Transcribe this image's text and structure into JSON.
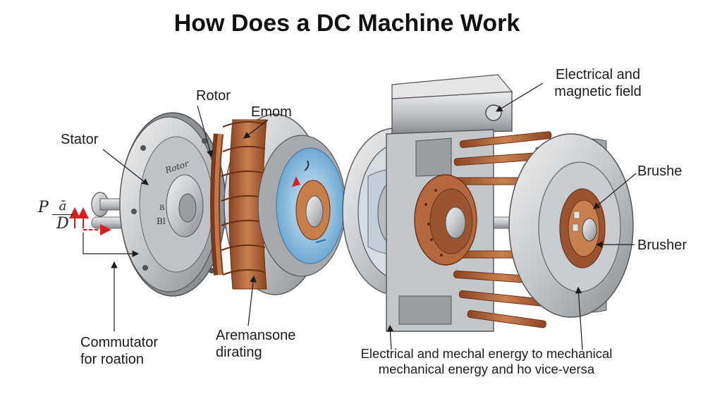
{
  "title": "How Does a DC Machine Work",
  "labels": {
    "stator": "Stator",
    "rotor": "Rotor",
    "emom": "Emom",
    "electrical_field_line1": "Electrical and",
    "electrical_field_line2": "magnetic field",
    "brushe": "Brushe",
    "brusher": "Brusher",
    "commutator_line1": "Commutator",
    "commutator_line2": "for roation",
    "armature_line1": "Aremansone",
    "armature_line2": "dirating",
    "energy_line1": "Electrical and mechal energy to mechanical",
    "energy_line2": "mechanical energy and ho vice-versa"
  },
  "formula": {
    "prefix": "P",
    "numerator": "ā",
    "denominator": "D"
  },
  "disc_marks": {
    "text1": "Rotor",
    "text2": "B",
    "text3": "Bl"
  },
  "colors": {
    "copper": "#b5683e",
    "copper_dark": "#7a3b1c",
    "steel": "#c7c9cc",
    "steel_dark": "#7d8085",
    "blue_accent": "#8fc3e6",
    "arrow_red": "#d62020"
  }
}
